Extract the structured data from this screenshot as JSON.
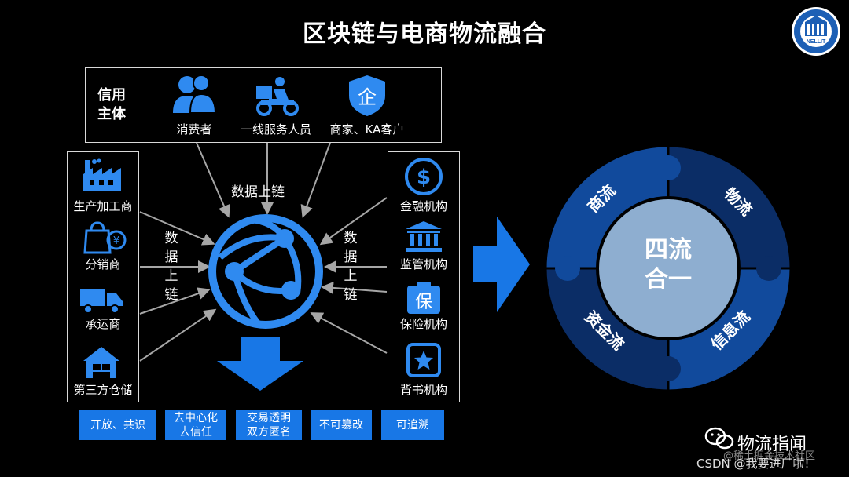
{
  "title": "区块链与电商物流融合",
  "credit": {
    "label_line1": "信用",
    "label_line2": "主体",
    "items": [
      "消费者",
      "一线服务人员",
      "商家、KA客户"
    ]
  },
  "data_onchain_top": "数据上链",
  "data_onchain_left": [
    "数",
    "据",
    "上",
    "链"
  ],
  "data_onchain_right": [
    "数",
    "据",
    "上",
    "链"
  ],
  "left_parties": [
    "生产加工商",
    "分销商",
    "承运商",
    "第三方仓储"
  ],
  "right_parties": [
    "金融机构",
    "监管机构",
    "保险机构",
    "背书机构"
  ],
  "right_icon_chars": {
    "insurance": "保"
  },
  "credit_icon_chars": {
    "merchant": "企"
  },
  "features": [
    {
      "line1": "开放、共识",
      "line2": ""
    },
    {
      "line1": "去中心化",
      "line2": "去信任"
    },
    {
      "line1": "交易透明",
      "line2": "双方匿名"
    },
    {
      "line1": "不可篡改",
      "line2": ""
    },
    {
      "line1": "可追溯",
      "line2": ""
    }
  ],
  "circle": {
    "center_line1": "四流",
    "center_line2": "合一",
    "quadrants": [
      "商流",
      "物流",
      "资金流",
      "信息流"
    ]
  },
  "watermark": {
    "brand": "物流指闻",
    "sub": "@稀土掘金技术社区",
    "csdn": "CSDN @我要进厂啦!"
  },
  "logo_text": "NELLIT",
  "colors": {
    "accent": "#1877e6",
    "icon_blue": "#2f8af0",
    "arrow_gray": "#a6a6a6",
    "ring_dark": "#0b2d66",
    "ring_mid": "#114a9c",
    "center": "#8eaed0"
  }
}
